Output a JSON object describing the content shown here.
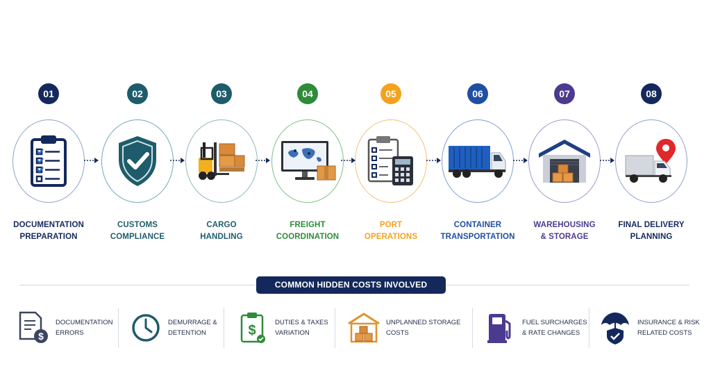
{
  "steps": [
    {
      "num": "01",
      "line1": "DOCUMENTATION",
      "line2": "PREPARATION",
      "color": "#14285c",
      "icon": "clipboard-checklist-icon"
    },
    {
      "num": "02",
      "line1": "CUSTOMS",
      "line2": "COMPLIANCE",
      "color": "#1e5c6b",
      "icon": "shield-check-icon"
    },
    {
      "num": "03",
      "line1": "CARGO",
      "line2": "HANDLING",
      "color": "#1e5c6b",
      "icon": "forklift-icon"
    },
    {
      "num": "04",
      "line1": "FREIGHT",
      "line2": "COORDINATION",
      "color": "#2e8b3a",
      "icon": "monitor-map-icon"
    },
    {
      "num": "05",
      "line1": "PORT",
      "line2": "OPERATIONS",
      "color": "#f4a21e",
      "icon": "clipboard-calculator-icon"
    },
    {
      "num": "06",
      "line1": "CONTAINER",
      "line2": "TRANSPORTATION",
      "color": "#1f4fa3",
      "icon": "container-truck-icon"
    },
    {
      "num": "07",
      "line1": "WAREHOUSING",
      "line2": "& STORAGE",
      "color": "#4b3a8f",
      "icon": "warehouse-icon"
    },
    {
      "num": "08",
      "line1": "FINAL DELIVERY",
      "line2": "PLANNING",
      "color": "#14285c",
      "icon": "delivery-truck-pin-icon"
    }
  ],
  "banner": "COMMON HIDDEN COSTS INVOLVED",
  "costs": [
    {
      "line1": "DOCUMENTATION",
      "line2": "ERRORS",
      "icon": "document-dollar-icon"
    },
    {
      "line1": "DEMURRAGE &",
      "line2": "DETENTION",
      "icon": "clock-icon"
    },
    {
      "line1": "DUTIES & TAXES",
      "line2": "VARIATION",
      "icon": "clipboard-dollar-icon"
    },
    {
      "line1": "UNPLANNED STORAGE",
      "line2": "COSTS",
      "icon": "storage-boxes-icon"
    },
    {
      "line1": "FUEL SURCHARGES",
      "line2": "& RATE CHANGES",
      "icon": "fuel-pump-icon"
    },
    {
      "line1": "INSURANCE & RISK",
      "line2": "RELATED COSTS",
      "icon": "umbrella-shield-icon"
    }
  ]
}
